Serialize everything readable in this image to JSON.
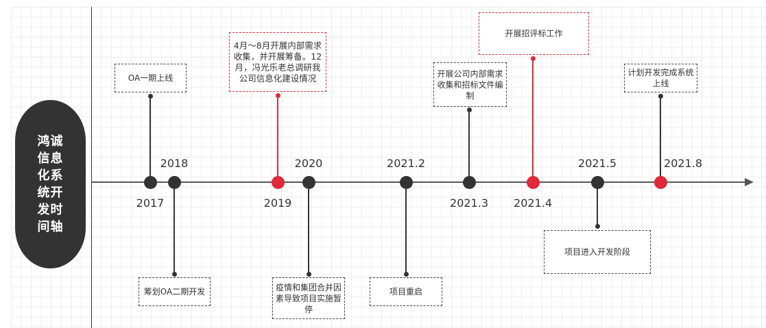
{
  "title": "鸿诚信息化系统开发时间轴",
  "colors": {
    "node": "#333333",
    "highlight": "#e0293a"
  },
  "years": [
    "2017",
    "2018",
    "2019",
    "2020",
    "2021.2",
    "2021.3",
    "2021.4",
    "2021.5",
    "2021.8"
  ],
  "events": {
    "e2017": "OA一期上线",
    "e2018": "筹划OA二期开发",
    "e2019": "4月～8月开展内部需求收集，并开展筹备。12月，冯光乐老总调研我公司信息化建设情况",
    "e2020": "疫情和集团合并因素导致项目实施暂停",
    "e2021_2": "项目重启",
    "e2021_3": "开展公司内部需求收集和招标文件编制",
    "e2021_4": "开展招评标工作",
    "e2021_5": "项目进入开发阶段",
    "e2021_8": "计划开发完成系统上线"
  }
}
